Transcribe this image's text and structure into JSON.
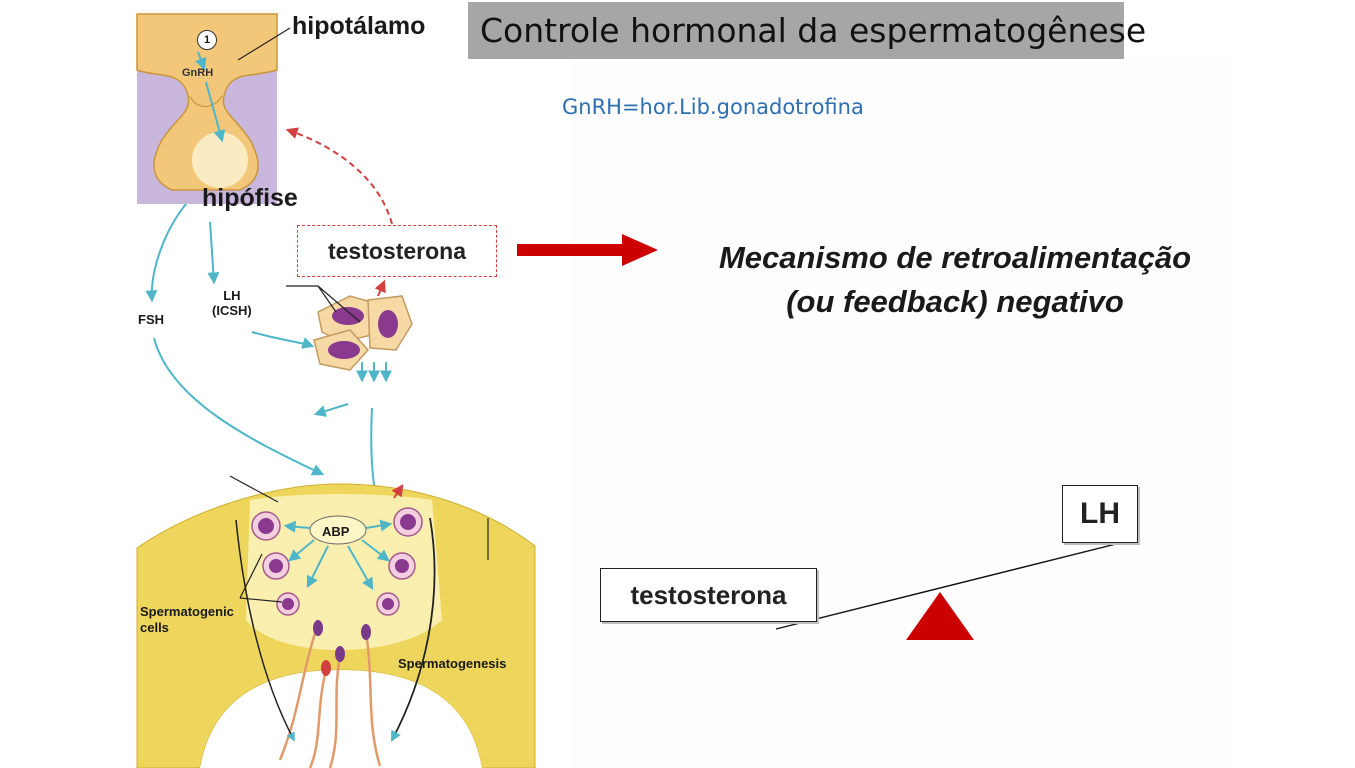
{
  "slide": {
    "title": "Controle hormonal da espermatogênese",
    "gnrh_definition": "GnRH=hor.Lib.gonadotrofina"
  },
  "diagram": {
    "hipotalamo": "hipotálamo",
    "step_number": "1",
    "gnrh": "GnRH",
    "hipofise": "hipófise",
    "testosterona": "testosterona",
    "fsh": "FSH",
    "lh_line1": "LH",
    "lh_line2": "(ICSH)",
    "abp": "ABP",
    "spermatogenic_line1": "Spermatogenic",
    "spermatogenic_line2": "cells",
    "spermatogenesis": "Spermatogenesis"
  },
  "feedback": {
    "mechanism_line1": "Mecanismo de retroalimentação",
    "mechanism_line2": "(ou feedback) negativo",
    "balance_low": "testosterona",
    "balance_high": "LH"
  },
  "colors": {
    "title_bg": "#a6a6a6",
    "link_blue": "#2e6fb0",
    "red_arrow": "#cc0000",
    "hormone_arrow": "#4fb6c9",
    "hypothalamus_tan": "#f2c77a",
    "pituitary_purple": "#c9b6dc",
    "tubule_yellow": "#eed65c",
    "cell_purple": "#8a3a8e"
  },
  "icons": [
    "red-right-arrow-icon",
    "red-triangle-fulcrum-icon"
  ]
}
